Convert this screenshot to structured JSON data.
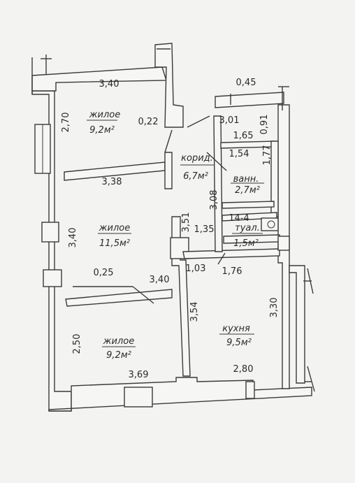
{
  "rooms": [
    {
      "id": "living1",
      "name": "жилое",
      "area": "9,2м²"
    },
    {
      "id": "living2",
      "name": "жилое",
      "area": "11,5м²"
    },
    {
      "id": "living3",
      "name": "жилое",
      "area": "9,2м²"
    },
    {
      "id": "corridor",
      "name": "корид.",
      "area": "6,7м²"
    },
    {
      "id": "bath",
      "name": "ванн.",
      "area": "2,7м²"
    },
    {
      "id": "toilet",
      "name": "туал.",
      "area": "1,5м²",
      "extra": "14-4"
    },
    {
      "id": "kitchen",
      "name": "кухня",
      "area": "9,5м²"
    }
  ],
  "dimensions": {
    "living1_top": "3,40",
    "living1_left": "2,70",
    "living1_door": "0,22",
    "living2_top": "3,38",
    "living2_left": "3,40",
    "living3_top_small": "0,25",
    "living3_top": "3,40",
    "living3_left": "2,50",
    "living3_bottom": "3,69",
    "kitchen_top_left": "1,03",
    "kitchen_top": "1,76",
    "kitchen_left": "3,54",
    "kitchen_right": "3,30",
    "kitchen_bottom": "2,80",
    "corridor_a": "3,51",
    "corridor_b": "1,35",
    "corridor_c": "3,08",
    "corridor_top": "3,01",
    "top_right": "0,45",
    "bath_top": "1,65",
    "bath_inner": "1,54",
    "bath_right_a": "0,91",
    "bath_right_b": "1,77"
  }
}
